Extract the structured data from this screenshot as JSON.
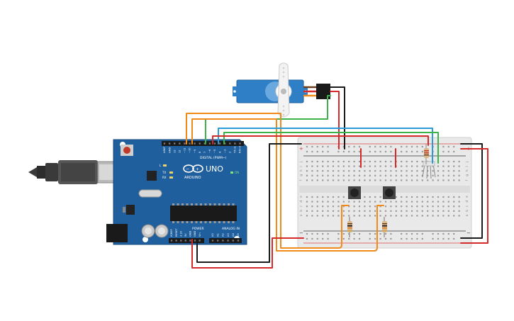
{
  "arduino": {
    "model": "UNO",
    "brand": "ARDUINO",
    "on_label": "ON",
    "digital_label": "DIGITAL (PWM~)",
    "power_label": "POWER",
    "analog_label": "ANALOG IN",
    "led_labels": [
      "L",
      "TX",
      "RX"
    ],
    "digital_pins": [
      "AREF",
      "GND",
      "13",
      "12",
      "~11",
      "~10",
      "~9",
      "8",
      "7",
      "~6",
      "~5",
      "4",
      "~3",
      "2",
      "TX→1",
      "RX←0"
    ],
    "power_pins": [
      "IOREF",
      "RESET",
      "3.3V",
      "5V",
      "GND",
      "GND",
      "Vin"
    ],
    "analog_pins": [
      "A0",
      "A1",
      "A2",
      "A3",
      "A4",
      "A5"
    ]
  },
  "breadboard": {
    "row_letters_top": [
      "j",
      "i",
      "h",
      "g",
      "f"
    ],
    "row_letters_bottom": [
      "e",
      "d",
      "c",
      "b",
      "a"
    ],
    "rail_plus": "+",
    "rail_minus": "−"
  },
  "colors": {
    "board": "#1f5f9e",
    "breadboard": "#e9e9e9",
    "wire_red": "#d42a2a",
    "wire_black": "#1a1a1a",
    "wire_orange": "#f08a18",
    "wire_green": "#3bb34a",
    "wire_blue": "#2a9bd6",
    "servo": "#2f7fc7"
  },
  "components": [
    "usb-cable",
    "arduino-uno",
    "servo-motor",
    "breadboard",
    "push-button",
    "push-button",
    "resistor",
    "resistor",
    "rgb-led"
  ]
}
